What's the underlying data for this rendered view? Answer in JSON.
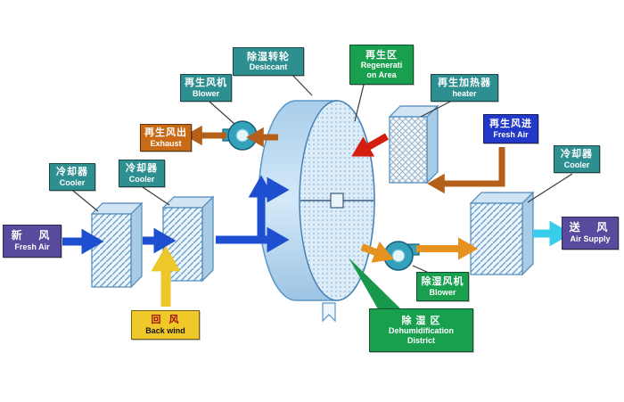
{
  "labels": {
    "fresh_air_in": {
      "zh": "新  风",
      "en": "Fresh Air"
    },
    "cooler_left_1": {
      "zh": "冷却器",
      "en": "Cooler"
    },
    "cooler_left_2": {
      "zh": "冷却器",
      "en": "Cooler"
    },
    "regen_blower": {
      "zh": "再生风机",
      "en": "Blower"
    },
    "exhaust": {
      "zh": "再生风出",
      "en": "Exhaust"
    },
    "desiccant_wheel": {
      "zh": "除湿转轮",
      "en": "Desiccant"
    },
    "regen_area": {
      "zh": "再生区",
      "en1": "Regenerati",
      "en2": "on Area"
    },
    "regen_heater": {
      "zh": "再生加热器",
      "en": "heater"
    },
    "regen_fresh_air": {
      "zh": "再生风进",
      "en": "Fresh Air"
    },
    "cooler_right": {
      "zh": "冷却器",
      "en": "Cooler"
    },
    "air_supply": {
      "zh": "送  风",
      "en": "Air Supply"
    },
    "dehumid_blower": {
      "zh": "除湿风机",
      "en": "Blower"
    },
    "back_wind": {
      "zh": "回  风",
      "en": "Back wind"
    },
    "dehumid_district": {
      "zh": "除 湿 区",
      "en1": "Dehumidification",
      "en2": "District"
    }
  },
  "colors": {
    "label-teal": "#2e8f91",
    "label-purple": "#584a9c",
    "label-orange": "#c86a16",
    "label-yellow": "#f0c829",
    "label-green": "#18a04e",
    "label-blue": "#2238c8",
    "arrow-blue": "#1e4fd0",
    "arrow-brown": "#b5601a",
    "arrow-amber": "#e5921e",
    "arrow-yellow": "#ecc82a",
    "arrow-red": "#d41e10",
    "arrow-cyan": "#38cdea"
  }
}
